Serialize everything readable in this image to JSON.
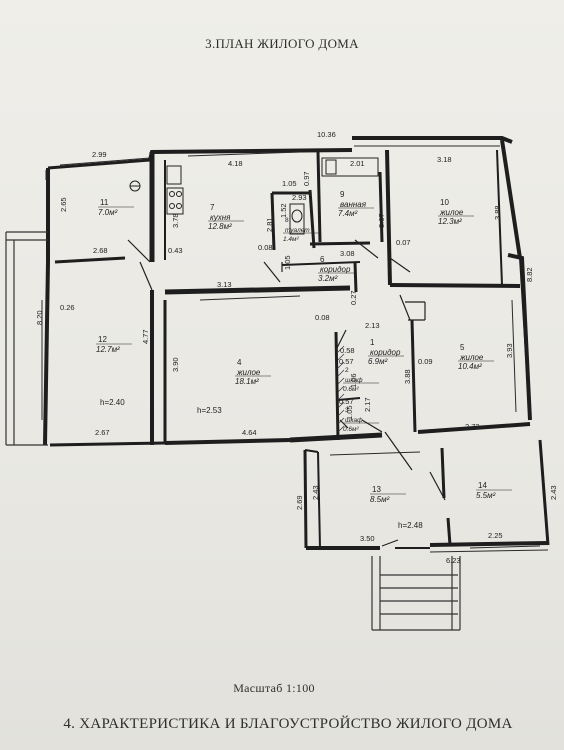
{
  "header": {
    "title": "3.ПЛАН ЖИЛОГО ДОМА"
  },
  "footer": {
    "scale": "Масштаб 1:100",
    "next_section": "4. ХАРАКТЕРИСТИКА И БЛАГОУСТРОЙСТВО ЖИЛОГО ДОМА"
  },
  "plan": {
    "rooms": [
      {
        "id": "11",
        "name": "",
        "area": "7.0м²"
      },
      {
        "id": "7",
        "name": "кухня",
        "area": "12.8м²"
      },
      {
        "id": "8",
        "name": "туалет",
        "area": "1.4м²"
      },
      {
        "id": "9",
        "name": "ванная",
        "area": "7.4м²"
      },
      {
        "id": "10",
        "name": "жилое",
        "area": "12.3м²"
      },
      {
        "id": "6",
        "name": "коридор",
        "area": "3.2м²"
      },
      {
        "id": "12",
        "name": "",
        "area": "12.7м²"
      },
      {
        "id": "4",
        "name": "жилое",
        "area": "18.1м²"
      },
      {
        "id": "1",
        "name": "коридор",
        "area": "6.9м²"
      },
      {
        "id": "5",
        "name": "жилое",
        "area": "10.4м²"
      },
      {
        "id": "2",
        "name": "шкаф",
        "area": "0.6м²"
      },
      {
        "id": "3",
        "name": "шкаф",
        "area": "0.6м²"
      },
      {
        "id": "13",
        "name": "",
        "area": "8.5м²"
      },
      {
        "id": "14",
        "name": "",
        "area": "5.5м²"
      }
    ],
    "heights": [
      "h=2.40",
      "h=2.53",
      "h=2.48"
    ],
    "dimensions": [
      "10.36",
      "2.99",
      "4.18",
      "2.01",
      "3.18",
      "2.65",
      "3.78",
      "2.81",
      "1.05",
      "0.97",
      "2.93",
      "1.52",
      "3.67",
      "3.88",
      "8.82",
      "2.68",
      "0.43",
      "0.08",
      "3.08",
      "0.07",
      "3.13",
      "0.27",
      "8.20",
      "0.26",
      "4.77",
      "3.90",
      "0.08",
      "2.13",
      "0.58",
      "0.57",
      "1.06",
      "0.57",
      "1.05",
      "2.17",
      "0.09",
      "3.88",
      "3.93",
      "2.67",
      "4.64",
      "2.73",
      "2.69",
      "2.43",
      "2.43",
      "3.50",
      "2.25",
      "6.23",
      "1.05"
    ]
  },
  "colors": {
    "paper": "#ecebe6",
    "ink": "#222222",
    "wall": "#1e1e1e"
  }
}
